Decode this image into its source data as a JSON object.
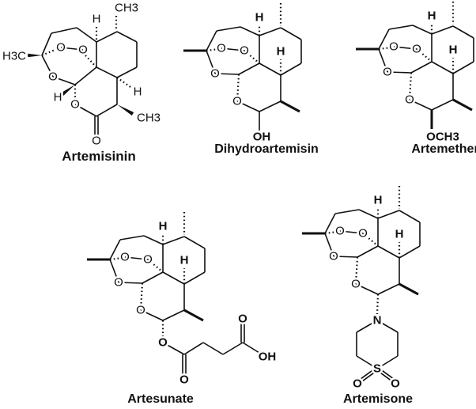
{
  "molecules": [
    {
      "name": "Artemisinin"
    },
    {
      "name": "Dihydroartemisin",
      "substituent": "OH"
    },
    {
      "name": "Artemether",
      "substituent": "OCH3"
    },
    {
      "name": "Artesunate",
      "substituent": [
        "O",
        "O",
        "OH"
      ]
    },
    {
      "name": "Artemisone",
      "substituent": [
        "N",
        "S",
        "O",
        "O"
      ]
    }
  ],
  "atoms": {
    "oxygen": "O",
    "hydrogen": "H",
    "methyl_left": "H3C",
    "methyl": "CH3"
  },
  "colors": {
    "ink": "#111111",
    "background": "#ffffff"
  }
}
